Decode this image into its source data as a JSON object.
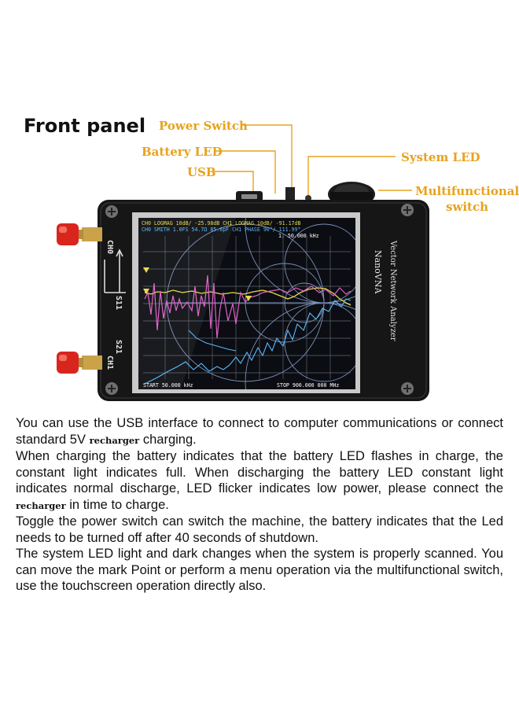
{
  "title": "Front panel",
  "callouts": {
    "power_switch": "Power Switch",
    "battery_led": "Battery LED",
    "usb": "USB",
    "system_led": "System LED",
    "multifunctional_1": "Multifunctional",
    "multifunctional_2": "switch"
  },
  "device": {
    "brand": "NanoVNA",
    "subtitle": "Vector Network Analyzer",
    "port_ch0": "CH0",
    "port_ch1": "CH1",
    "label_s11": "S11",
    "label_s21": "S21"
  },
  "screen": {
    "header_1": "CH0 LOGMAG 10dB/ -25.98dB   CH1 LOGMAG 10dB/ -91.17dB",
    "header_2": "CH0 SMITH 1.0FS 54.7Ω 85.6pF  CH1 PHASE 90°/ 111.99°",
    "marker": "1: 50.000 kHz",
    "start": "START 50.000 kHz",
    "stop": "STOP 900.000 000 MHz"
  },
  "colors": {
    "callout": "#e8a21c",
    "connector_red": "#d8261f",
    "trace_yellow": "#e8d84a",
    "trace_magenta": "#e05fc8",
    "trace_cyan": "#5ab8ff"
  },
  "description": {
    "p1a": "You can use the USB interface to connect to computer communications or connect standard 5V",
    "p1_word": "recharger",
    "p1b": "charging.",
    "p2a": "When charging the battery indicates that the battery LED flashes in charge, the constant light indicates full. When discharging the battery LED constant light indicates normal discharge, LED flicker indicates low power, please connect the",
    "p2_word": "recharger",
    "p2b": "in time to charge.",
    "p3": "Toggle the power switch can switch the machine, the battery indicates that the Led needs to be turned off after 40 seconds of shutdown.",
    "p4": "The system LED light and dark changes when the system is properly scanned. You can move the mark Point or perform a menu operation via the multifunctional switch, use the touchscreen operation directly also."
  }
}
